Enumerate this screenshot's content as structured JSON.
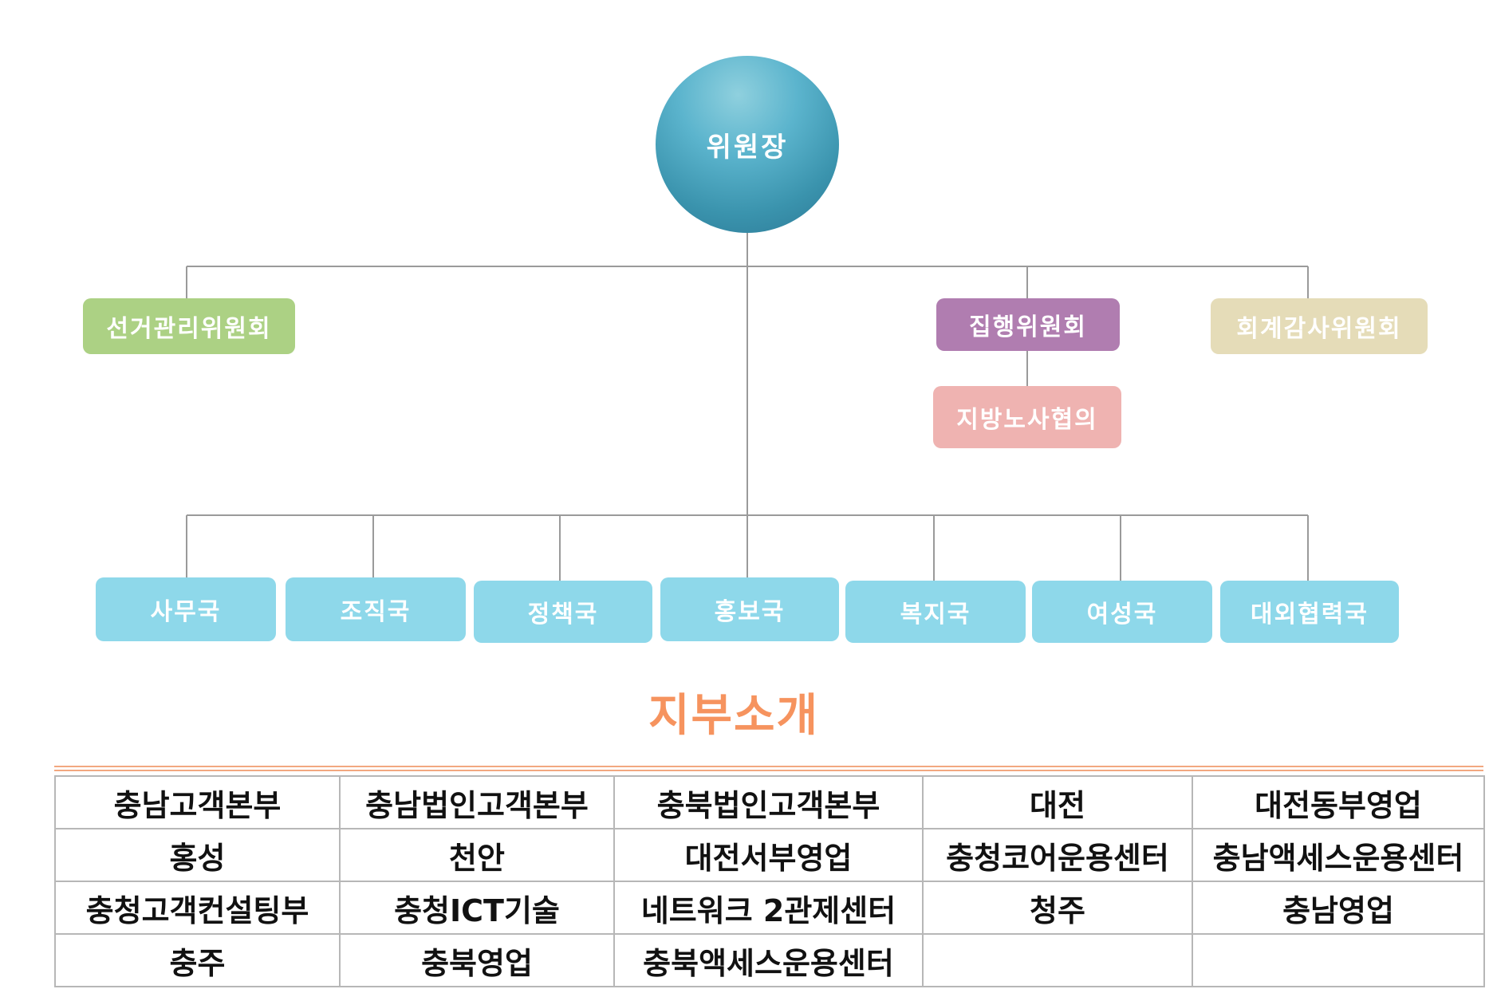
{
  "org_chart": {
    "chair": "위원장",
    "committees": {
      "election": "선거관리위원회",
      "executive": "집행위원회",
      "audit": "회계감사위원회",
      "regional_council": "지방노사협의"
    },
    "departments": [
      "사무국",
      "조직국",
      "정책국",
      "홍보국",
      "복지국",
      "여성국",
      "대외협력국"
    ],
    "colors": {
      "chair": "#4aa3bf",
      "election": "#acd184",
      "executive": "#b07db0",
      "audit": "#e5dcb8",
      "regional_council": "#efb3b1",
      "departments": "#8ed8ea",
      "connector": "#9a9a9a"
    }
  },
  "branches": {
    "title": "지부소개",
    "title_color": "#f6935e",
    "rows": [
      [
        "충남고객본부",
        "충남법인고객본부",
        "충북법인고객본부",
        "대전",
        "대전동부영업"
      ],
      [
        "홍성",
        "천안",
        "대전서부영업",
        "충청코어운용센터",
        "충남액세스운용센터"
      ],
      [
        "충청고객컨설팅부",
        "충청ICT기술",
        "네트워크 2관제센터",
        "청주",
        "충남영업"
      ],
      [
        "충주",
        "충북영업",
        "충북액세스운용센터",
        "",
        ""
      ]
    ]
  }
}
